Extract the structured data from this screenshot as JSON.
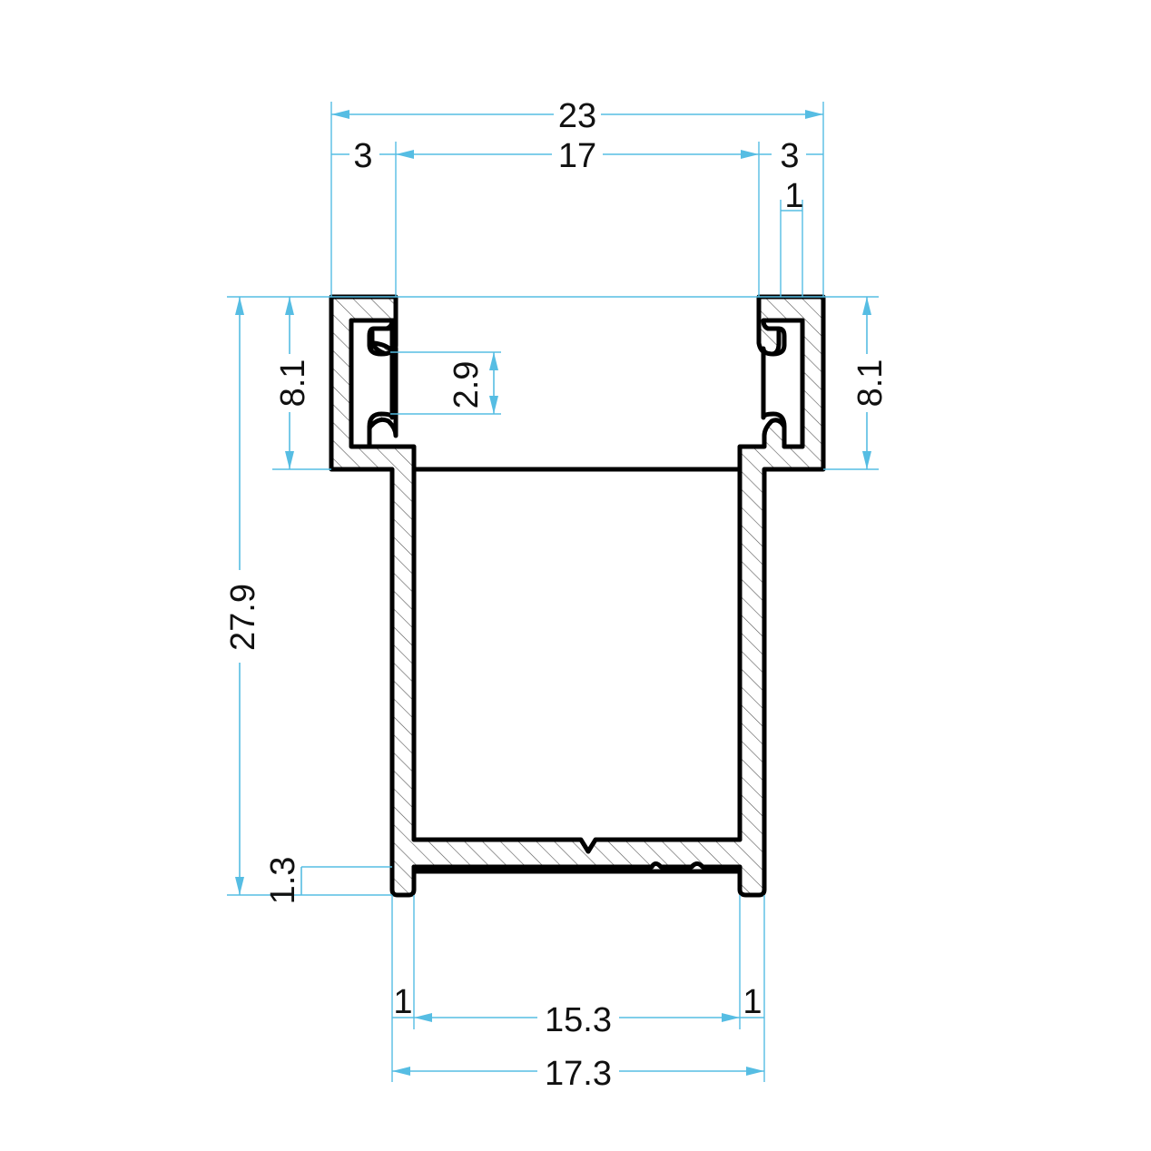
{
  "dimensions": {
    "overall_width": "23",
    "left_lip": "3",
    "inner_opening": "17",
    "right_lip": "3",
    "wall": "1",
    "height_total": "27.9",
    "flange_left": "8.1",
    "flange_right": "8.1",
    "slot": "2.9",
    "foot": "1.3",
    "leg_left": "1",
    "leg_right": "1",
    "inner_bottom": "15.3",
    "outer_bottom": "17.3"
  },
  "colors": {
    "dimension_lines": "#56bde3",
    "outline": "#000000",
    "hatch": "#555555"
  }
}
